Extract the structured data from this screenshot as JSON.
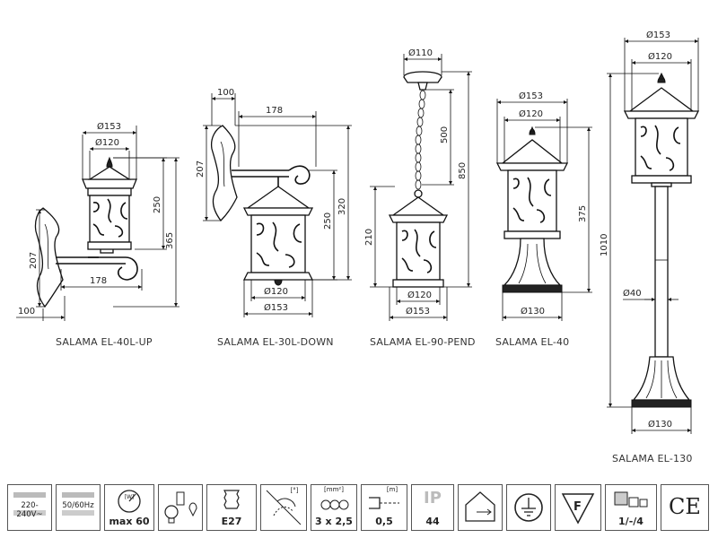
{
  "products": [
    {
      "name": "SALAMA EL-40L-UP"
    },
    {
      "name": "SALAMA EL-30L-DOWN"
    },
    {
      "name": "SALAMA EL-90-PEND"
    },
    {
      "name": "SALAMA EL-40"
    },
    {
      "name": "SALAMA EL-130"
    }
  ],
  "dims": {
    "el40lup": {
      "d153": "Ø153",
      "d120": "Ø120",
      "h250": "250",
      "h365": "365",
      "h207": "207",
      "w178": "178",
      "w100": "100"
    },
    "el30ldown": {
      "w100": "100",
      "w178": "178",
      "h207": "207",
      "h250": "250",
      "h320": "320",
      "d120": "Ø120",
      "d153": "Ø153"
    },
    "el90pend": {
      "d110": "Ø110",
      "h500": "500",
      "h850": "850",
      "h210": "210",
      "d120": "Ø120",
      "d153": "Ø153"
    },
    "el40": {
      "d153": "Ø153",
      "d120": "Ø120",
      "h375": "375",
      "d130": "Ø130"
    },
    "el130": {
      "d153": "Ø153",
      "d120": "Ø120",
      "h1010": "1010",
      "d40": "Ø40",
      "d130": "Ø130"
    }
  },
  "spec_icons": [
    {
      "icon": "voltage-icon",
      "label": "220-240V~"
    },
    {
      "icon": "frequency-icon",
      "label": "50/60Hz"
    },
    {
      "icon": "wattage-meter-icon",
      "top": "[W]",
      "label": "max 60"
    },
    {
      "icon": "bulb-types-icon",
      "label": ""
    },
    {
      "icon": "e27-socket-icon",
      "label": "E27"
    },
    {
      "icon": "rotation-angle-icon",
      "top": "[°]",
      "label": ""
    },
    {
      "icon": "cable-cross-section-icon",
      "top": "[mm²]",
      "label": "3 x 2,5"
    },
    {
      "icon": "cable-length-icon",
      "top": "[m]",
      "label": "0,5"
    },
    {
      "icon": "ip-rating-icon",
      "top": "IP",
      "label": "44"
    },
    {
      "icon": "outdoor-use-icon",
      "label": ""
    },
    {
      "icon": "ground-earth-icon",
      "label": ""
    },
    {
      "icon": "f-mark-icon",
      "label": ""
    },
    {
      "icon": "package-quantity-icon",
      "label": "1/-/4"
    },
    {
      "icon": "ce-mark-icon",
      "label": "CE"
    }
  ]
}
